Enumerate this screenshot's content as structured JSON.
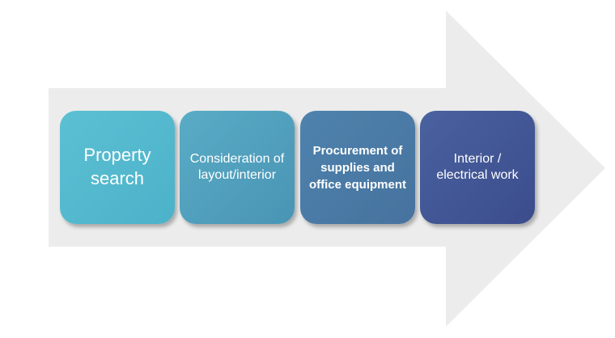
{
  "process": {
    "steps": [
      {
        "label": "Property search"
      },
      {
        "label": "Consideration of layout/interior"
      },
      {
        "label": "Procurement of supplies and office equipment"
      },
      {
        "label": "Interior / electrical work"
      }
    ]
  },
  "colors": {
    "arrow": "#ececec",
    "step_1": "#55b9ce",
    "step_2": "#51a1bd",
    "step_3": "#4a7ba6",
    "step_4": "#425896",
    "text": "#ffffff"
  }
}
